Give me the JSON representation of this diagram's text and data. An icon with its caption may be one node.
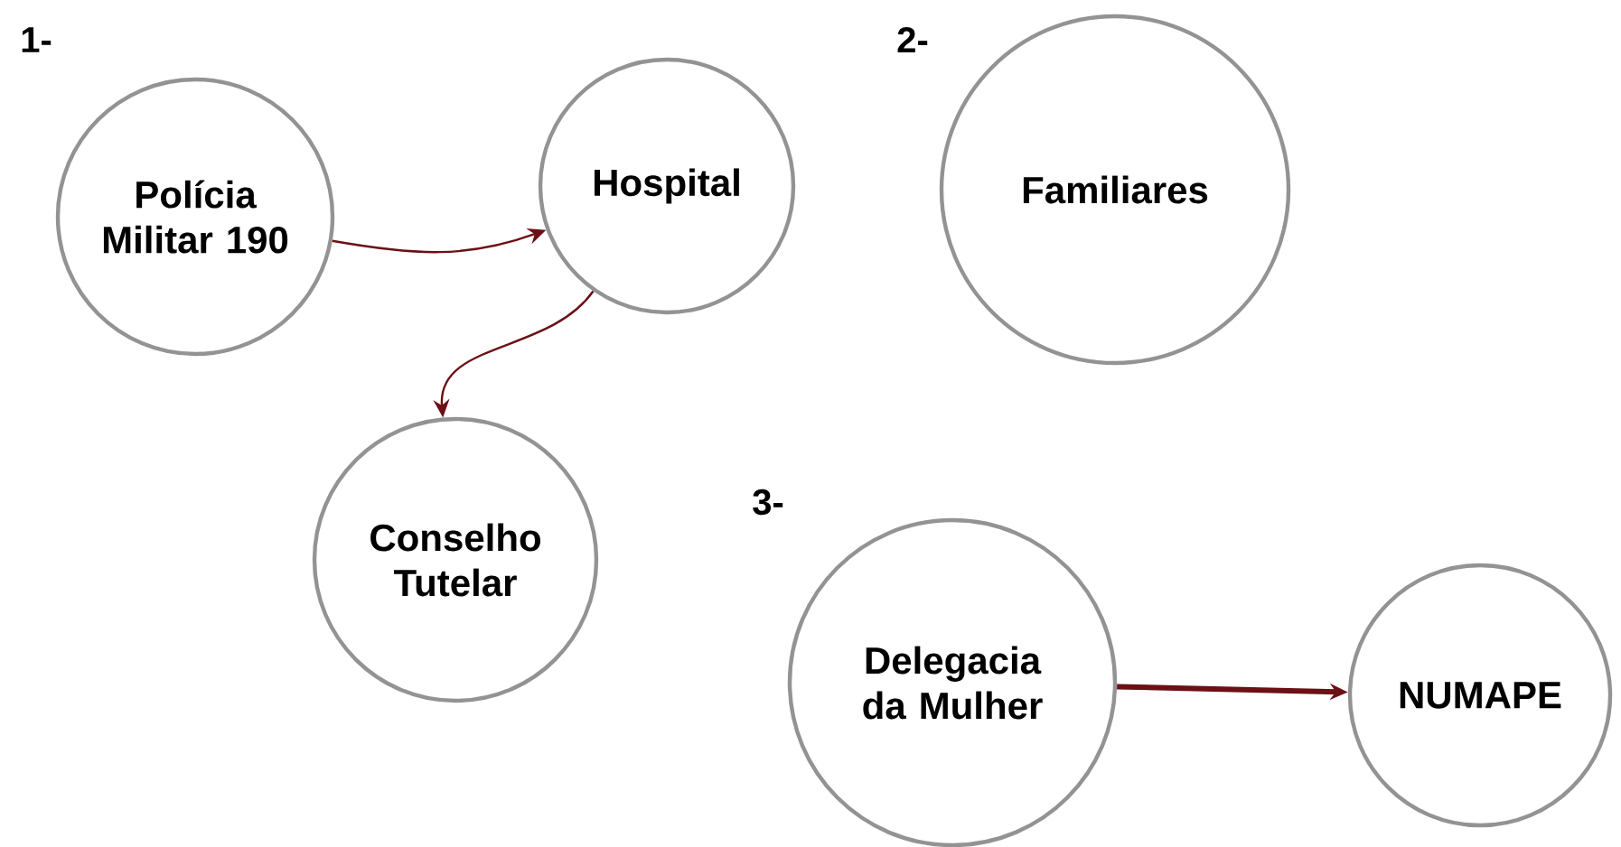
{
  "diagram": {
    "nodes": [
      {
        "text": [
          "Polícia Militar 190"
        ]
      },
      {
        "text": [
          "Hospital"
        ]
      },
      {
        "text": [
          "Familiares"
        ]
      },
      {
        "text": [
          "Conselho Tutelar"
        ]
      },
      {
        "text": [
          "Delegacia da Mulher"
        ]
      },
      {
        "text": [
          "NUMAPE"
        ]
      }
    ],
    "edges": [
      {
        "from": 0,
        "to": 1,
        "arrow": "to"
      },
      {
        "from": 1,
        "to": 3,
        "arrow": "to"
      },
      {
        "from": 4,
        "to": 5,
        "arrow": "to",
        "style": "thick"
      }
    ],
    "labels": [
      "1-",
      "2-",
      "3-"
    ]
  }
}
